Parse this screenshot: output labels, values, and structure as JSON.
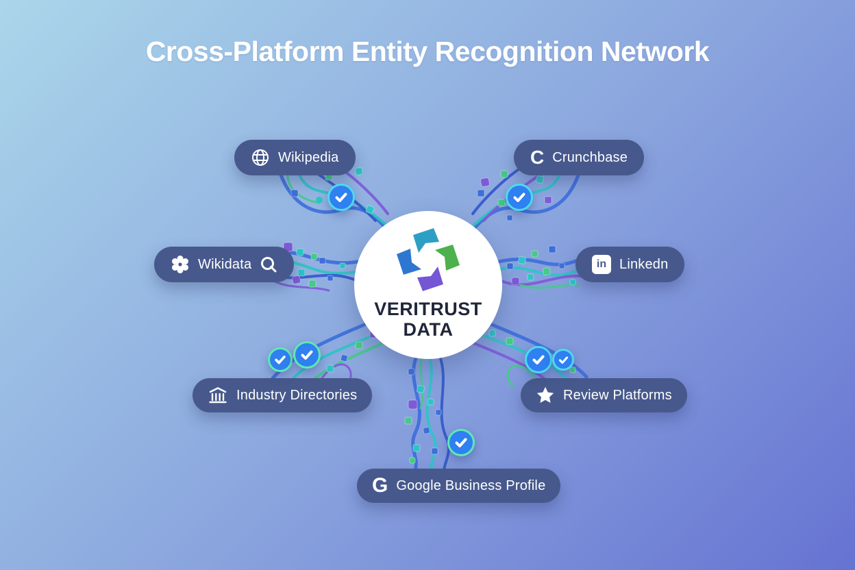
{
  "title": "Cross-Platform Entity Recognition Network",
  "center": {
    "brand_line1": "VERITRUST",
    "brand_line2": "DATA",
    "logo_icon": "veritrust-pinwheel-logo"
  },
  "nodes": [
    {
      "id": "wikipedia",
      "label": "Wikipedia",
      "icon": "wikipedia-globe-icon"
    },
    {
      "id": "crunchbase",
      "label": "Crunchbase",
      "icon": "crunchbase-c-icon"
    },
    {
      "id": "wikidata",
      "label": "Wikidata",
      "icon_left": "wikidata-flower-icon",
      "icon_right": "q-magnifier-icon"
    },
    {
      "id": "linkedin",
      "label": "Linkedn",
      "icon": "linkedin-in-icon"
    },
    {
      "id": "industry-directories",
      "label": "Industry Directories",
      "icon": "bank-columns-icon"
    },
    {
      "id": "review-platforms",
      "label": "Review Platforms",
      "icon": "star-icon"
    },
    {
      "id": "google-business-profile",
      "label": "Google Business Profile",
      "icon": "google-g-icon"
    }
  ],
  "icons": {
    "crunchbase_glyph": "C",
    "google_glyph": "G",
    "linkedin_glyph": "in"
  },
  "badges": {
    "count": 7,
    "symbol": "check",
    "meaning": "verified connection"
  },
  "colors": {
    "background_top_left": "#aad6ea",
    "background_bottom_right": "#6673d2",
    "node_pill": "#47598c",
    "badge_fill": "#2f80f0",
    "badge_ring_cyan": "#4fd8ee",
    "badge_ring_mint": "#5fe8b4",
    "hub_bg": "#ffffff",
    "hub_text": "#20263a",
    "title_color": "#ffffff",
    "line_blue": "#3e6fd9",
    "line_teal": "#2ec4c6",
    "line_green": "#46c989",
    "line_purple": "#7e5bd6"
  }
}
